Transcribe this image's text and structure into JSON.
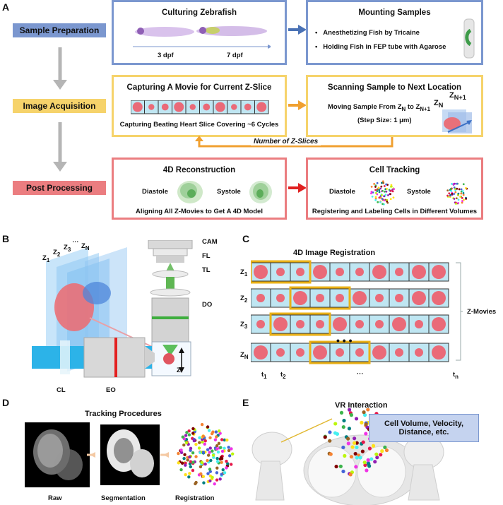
{
  "panels": {
    "a": "A",
    "b": "B",
    "c": "C",
    "d": "D",
    "e": "E"
  },
  "colors": {
    "blue": "#7b97cf",
    "yellow": "#f6d36b",
    "red": "#eb7d80",
    "orange": "#f0a030",
    "cell": "#ea6a78",
    "strip": "#bfe6f2",
    "highlight": "#e9b016"
  },
  "panel_a": {
    "stages": [
      "Sample Preparation",
      "Image Acquisition",
      "Post Processing"
    ],
    "culturing": {
      "title": "Culturing Zebrafish",
      "labels": [
        "3 dpf",
        "7 dpf"
      ]
    },
    "mounting": {
      "title": "Mounting Samples",
      "bullets": [
        "Anesthetizing Fish by Tricaine",
        "Holding Fish in FEP tube with Agarose"
      ]
    },
    "capturing": {
      "title": "Capturing A Movie for Current Z-Slice",
      "caption": "Capturing Beating Heart Slice Covering ~6 Cycles"
    },
    "scanning": {
      "title": "Scanning Sample to Next Location",
      "line_pre": "Moving Sample From Z",
      "sub_n": "N",
      "line_mid": " to Z",
      "sub_n1": "N+1",
      "step": "(Step Size: 1 μm)",
      "z": "Z"
    },
    "loop_label": "Number of  Z-Slices",
    "recon": {
      "title": "4D Reconstruction",
      "left": "Diastole",
      "right": "Systole",
      "caption": "Aligning All Z-Movies to Get A 4D Model"
    },
    "tracking": {
      "title": "Cell Tracking",
      "left": "Diastole",
      "right": "Systole",
      "caption": "Registering and Labeling Cells in Different Volumes"
    }
  },
  "panel_b": {
    "z": "Z",
    "subs": [
      "1",
      "2",
      "3"
    ],
    "sub_n": "N",
    "dots": "…",
    "cam": "CAM",
    "fl": "FL",
    "tl": "TL",
    "do": "DO",
    "cl": "CL",
    "eo": "EO",
    "zaxis": "Z"
  },
  "panel_c": {
    "title": "4D Image Registration",
    "row_subs": [
      "1",
      "2",
      "3",
      "N"
    ],
    "side_label": "Z-Movies",
    "t": "t",
    "t_subs": [
      "1",
      "2",
      "n"
    ],
    "ellipsis": "···",
    "vdots": "• • •",
    "rows": [
      {
        "sizes": [
          1,
          0.6,
          0.6,
          1,
          0.6,
          0.6,
          1,
          0.6,
          1,
          1
        ],
        "hl_start": 0
      },
      {
        "sizes": [
          0.6,
          0.6,
          1,
          0.6,
          0.6,
          1,
          0.6,
          0.6,
          1,
          1
        ],
        "hl_start": 2
      },
      {
        "sizes": [
          0.6,
          1,
          0.6,
          0.6,
          1,
          0.6,
          0.6,
          1,
          0.6,
          1
        ],
        "hl_start": 1
      },
      {
        "sizes": [
          1,
          0.6,
          0.6,
          1,
          0.6,
          0.6,
          1,
          0.6,
          0.6,
          1
        ],
        "hl_start": 3
      }
    ]
  },
  "panel_d": {
    "title": "Tracking Procedures",
    "labels": [
      "Raw",
      "Segmentation",
      "Registration"
    ]
  },
  "panel_e": {
    "title": "VR Interaction",
    "callout": "Cell Volume, Velocity, Distance, etc."
  }
}
